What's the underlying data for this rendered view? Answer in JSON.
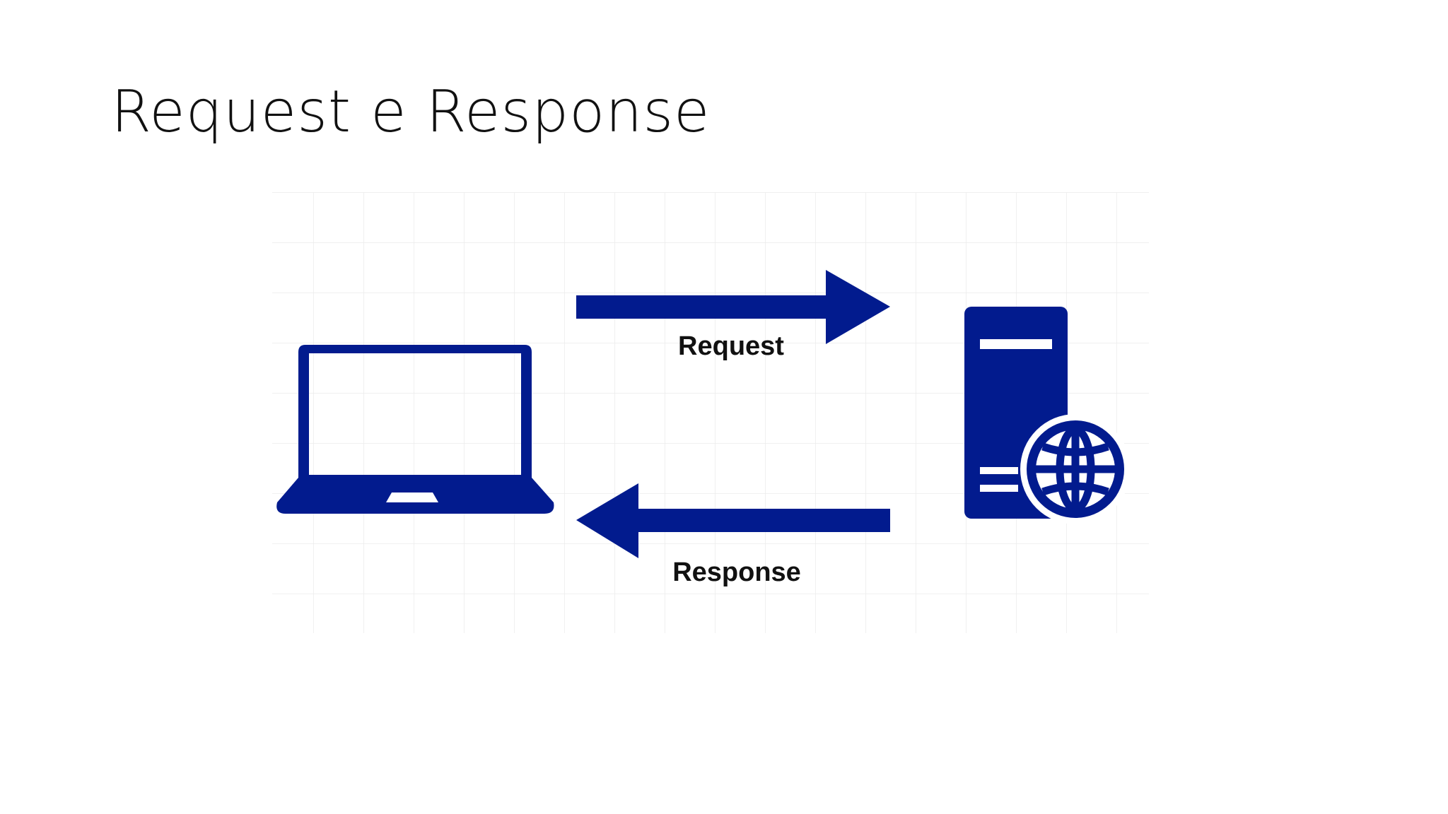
{
  "slide": {
    "title": "Request e Response"
  },
  "diagram": {
    "client": {
      "icon": "laptop-icon"
    },
    "server": {
      "icon": "web-server-icon"
    },
    "request_label": "Request",
    "response_label": "Response",
    "accent_color": "#021b8e",
    "grid_color": "#ececec"
  }
}
